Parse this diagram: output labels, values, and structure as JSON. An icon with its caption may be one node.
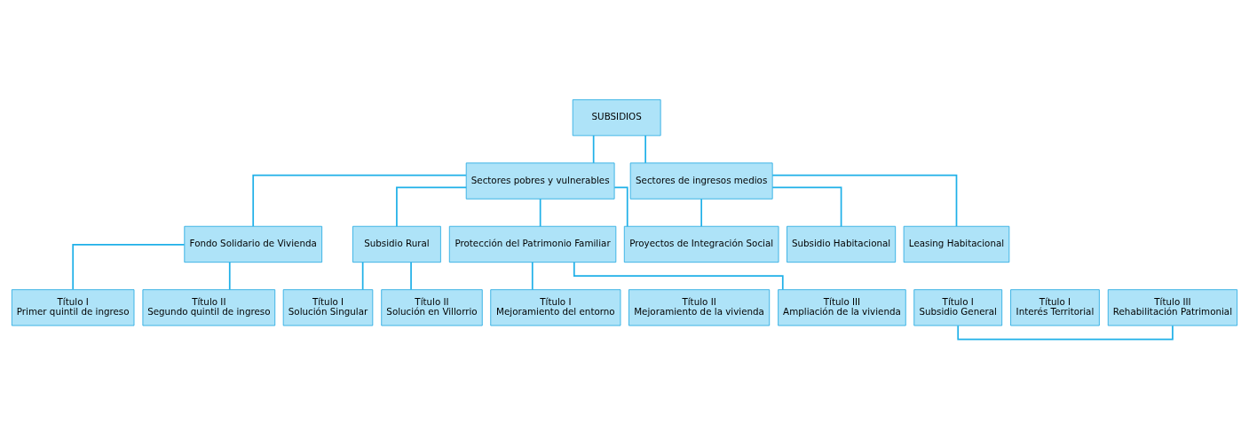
{
  "diagram": {
    "nodes": [
      {
        "text": [
          "SUBSIDIOS"
        ]
      },
      {
        "text": [
          "Sectores pobres y vulnerables"
        ]
      },
      {
        "text": [
          "Sectores de ingresos medios"
        ]
      },
      {
        "text": [
          "Fondo Solidario de Vivienda"
        ]
      },
      {
        "text": [
          "Subsidio Rural"
        ]
      },
      {
        "text": [
          "Protección del Patrimonio Familiar"
        ]
      },
      {
        "text": [
          "Proyectos de Integración Social"
        ]
      },
      {
        "text": [
          "Subsidio Habitacional"
        ]
      },
      {
        "text": [
          "Leasing Habitacional"
        ]
      },
      {
        "text": [
          "Título I",
          "Primer quintil de ingreso"
        ]
      },
      {
        "text": [
          "Título II",
          "Segundo quintil de ingreso"
        ]
      },
      {
        "text": [
          "Título I",
          "Solución Singular"
        ]
      },
      {
        "text": [
          "Título II",
          "Solución en Villorrio"
        ]
      },
      {
        "text": [
          "Título I",
          "Mejoramiento del entorno"
        ]
      },
      {
        "text": [
          "Título II",
          "Mejoramiento de la vivienda"
        ]
      },
      {
        "text": [
          "Título III",
          "Ampliación de la vivienda"
        ]
      },
      {
        "text": [
          "Título I",
          "Subsidio General"
        ]
      },
      {
        "text": [
          "Título I",
          "Interés Territorial"
        ]
      },
      {
        "text": [
          "Título III",
          "Rehabilitación Patrimonial"
        ]
      }
    ],
    "edges": [
      {
        "from": 0,
        "to": 1,
        "arrow": "none"
      },
      {
        "from": 0,
        "to": 2,
        "arrow": "none"
      },
      {
        "from": 1,
        "to": 6,
        "arrow": "none"
      },
      {
        "from": 2,
        "to": 6,
        "arrow": "none"
      },
      {
        "from": 1,
        "to": 3,
        "arrow": "none"
      },
      {
        "from": 1,
        "to": 4,
        "arrow": "none"
      },
      {
        "from": 1,
        "to": 5,
        "arrow": "none"
      },
      {
        "from": 2,
        "to": 7,
        "arrow": "none"
      },
      {
        "from": 2,
        "to": 8,
        "arrow": "none"
      },
      {
        "from": 3,
        "to": 9,
        "arrow": "none"
      },
      {
        "from": 3,
        "to": 10,
        "arrow": "none"
      },
      {
        "from": 4,
        "to": 11,
        "arrow": "none"
      },
      {
        "from": 4,
        "to": 12,
        "arrow": "none"
      },
      {
        "from": 5,
        "to": 13,
        "arrow": "none"
      },
      {
        "from": 5,
        "to": 15,
        "arrow": "none"
      },
      {
        "from": 16,
        "to": 18,
        "arrow": "none"
      }
    ]
  }
}
